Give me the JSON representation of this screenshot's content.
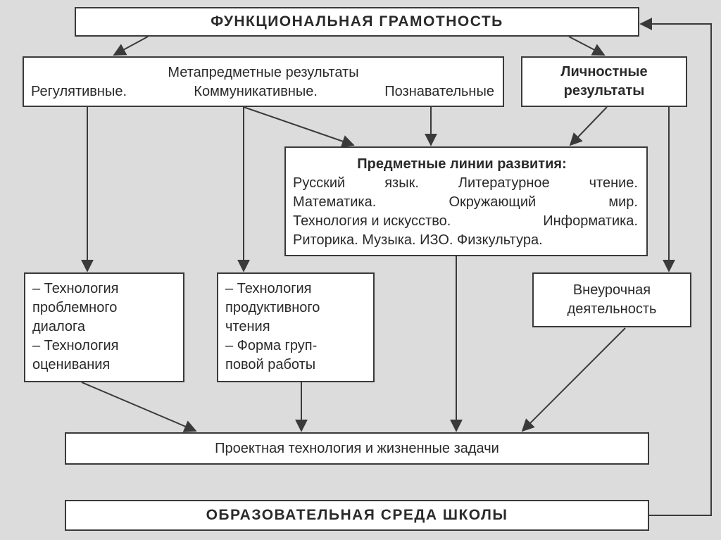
{
  "top": {
    "title": "ФУНКЦИОНАЛЬНАЯ ГРАМОТНОСТЬ"
  },
  "meta": {
    "title": "Метапредметные результаты",
    "items": [
      "Регулятивные.",
      "Коммуникативные.",
      "Познавательные"
    ]
  },
  "personal": {
    "line1": "Личностные",
    "line2": "результаты"
  },
  "subject": {
    "heading": "Предметные линии развития:",
    "lines": [
      [
        "Русский",
        "язык.",
        "Литературное",
        "чтение."
      ],
      [
        "Математика.",
        "Окружающий",
        "мир."
      ],
      [
        "Технология и искусство.",
        "Информатика."
      ],
      [
        "Риторика. Музыка. ИЗО. Физкультура."
      ]
    ]
  },
  "tech1": {
    "lines": [
      "– Технология",
      "проблемного",
      "диалога",
      "– Технология",
      "оценивания"
    ]
  },
  "tech2": {
    "lines": [
      "– Технология",
      "продуктивного",
      "чтения",
      "– Форма груп-",
      "повой работы"
    ]
  },
  "extra": {
    "line1": "Внеурочная",
    "line2": "деятельность"
  },
  "project": {
    "title": "Проектная технология и жизненные задачи"
  },
  "environment": {
    "title": "ОБРАЗОВАТЕЛЬНАЯ СРЕДА ШКОЛЫ"
  },
  "colors": {
    "background": "#dcdcdc",
    "box": "#ffffff",
    "line": "#3a3a3a"
  }
}
